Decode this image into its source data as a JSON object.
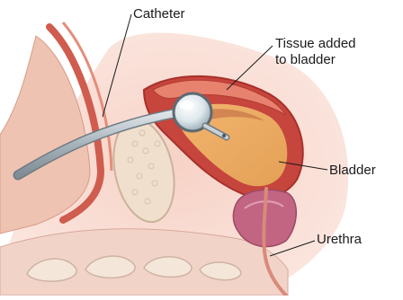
{
  "labels": {
    "catheter": "Catheter",
    "tissue_line1": "Tissue added",
    "tissue_line2": "to bladder",
    "bladder": "Bladder",
    "urethra": "Urethra"
  },
  "colors": {
    "tissue_outer": "#f4c9bd",
    "wall_red": "#c2403a",
    "bladder_inner": "#e2a060",
    "prostate": "#c26583",
    "bone": "#f0dfcc",
    "catheter": "#a7b3bb"
  }
}
